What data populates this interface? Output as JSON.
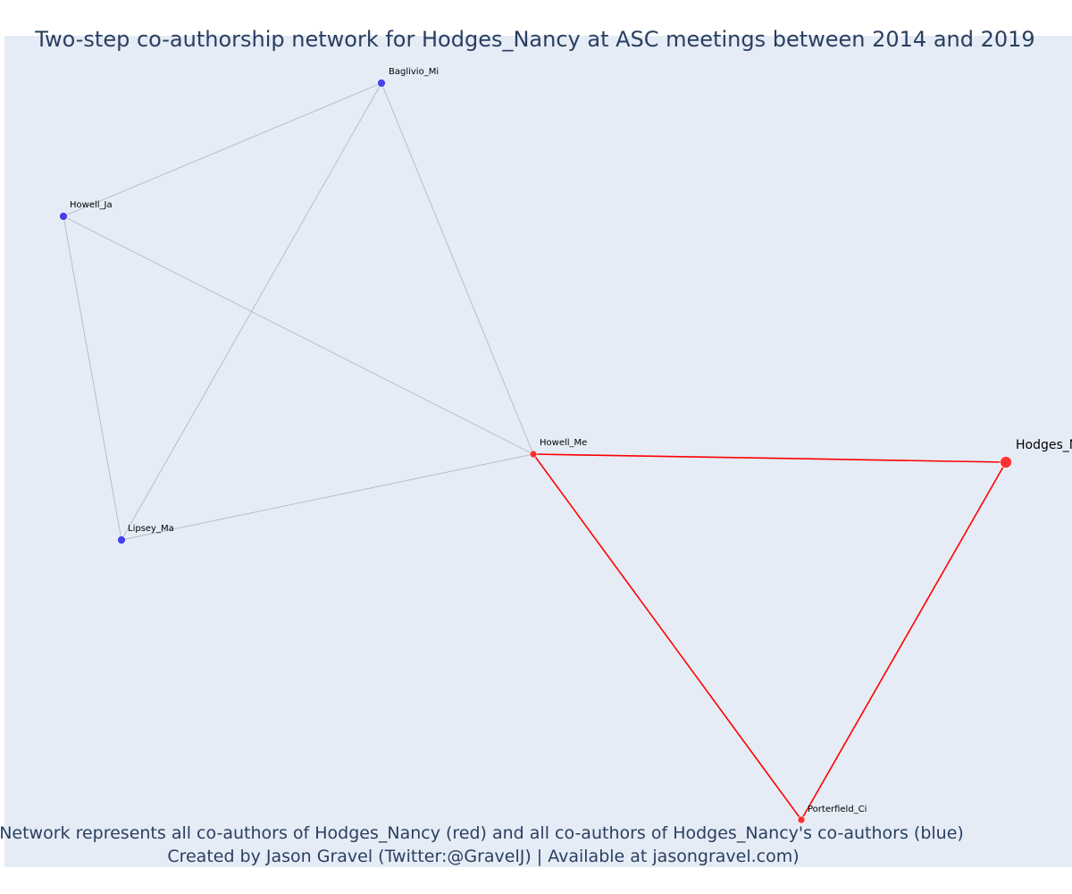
{
  "title": "Two-step co-authorship network for Hodges_Nancy at ASC meetings between 2014 and 2019",
  "caption": {
    "line1": "Network represents all co-authors of Hodges_Nancy (red) and all co-authors of Hodges_Nancy's co-authors (blue)",
    "line2": "Created by Jason Gravel (Twitter:@GravelJ) | Available at jasongravel.com)"
  },
  "colors": {
    "background": "#e5ecf6",
    "direct": "#ff2a2a",
    "indirect": "#3b3be8",
    "edge_direct": "#ff0000",
    "edge_indirect": "#b4b8c6",
    "text": "#2a3f5f"
  },
  "nodes": [
    {
      "id": "Baglivio_Mi",
      "label": "Baglivio_Mi",
      "group": "co-author of co-author",
      "color": "#3b3be8"
    },
    {
      "id": "Howell_Ja",
      "label": "Howell_Ja",
      "group": "co-author of co-author",
      "color": "#3b3be8"
    },
    {
      "id": "Lipsey_Ma",
      "label": "Lipsey_Ma",
      "group": "co-author of co-author",
      "color": "#3b3be8"
    },
    {
      "id": "Howell_Me",
      "label": "Howell_Me",
      "group": "co-author",
      "color": "#ff2a2a"
    },
    {
      "id": "Hodges_Nancy",
      "label": "Hodges_Nancy",
      "group": "focal author",
      "color": "#ff2a2a"
    },
    {
      "id": "Porterfield_Ci",
      "label": "Porterfield_Ci",
      "group": "co-author",
      "color": "#ff2a2a"
    }
  ],
  "edges": [
    {
      "source": "Baglivio_Mi",
      "target": "Howell_Ja",
      "type": "indirect"
    },
    {
      "source": "Baglivio_Mi",
      "target": "Lipsey_Ma",
      "type": "indirect"
    },
    {
      "source": "Baglivio_Mi",
      "target": "Howell_Me",
      "type": "indirect"
    },
    {
      "source": "Howell_Ja",
      "target": "Howell_Me",
      "type": "indirect"
    },
    {
      "source": "Howell_Ja",
      "target": "Lipsey_Ma",
      "type": "indirect"
    },
    {
      "source": "Lipsey_Ma",
      "target": "Howell_Me",
      "type": "indirect"
    },
    {
      "source": "Howell_Me",
      "target": "Hodges_Nancy",
      "type": "direct"
    },
    {
      "source": "Howell_Me",
      "target": "Porterfield_Ci",
      "type": "direct"
    },
    {
      "source": "Hodges_Nancy",
      "target": "Porterfield_Ci",
      "type": "direct"
    }
  ]
}
